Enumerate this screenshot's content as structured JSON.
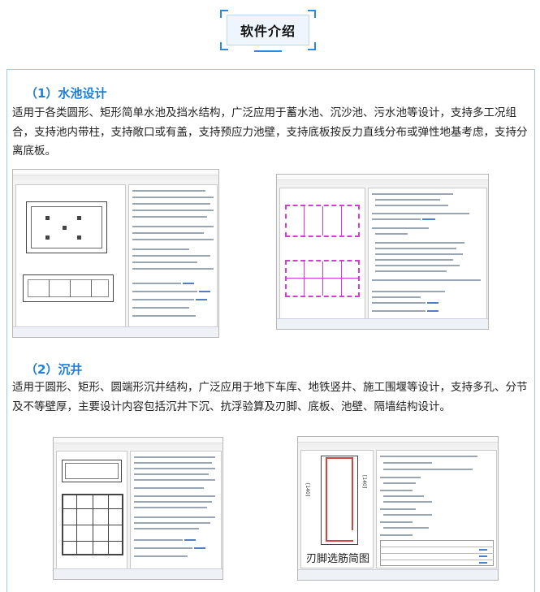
{
  "title": "软件介绍",
  "sections": [
    {
      "heading": "（1）水池设计",
      "text": "适用于各类圆形、矩形简单水池及挡水结构，广泛应用于蓄水池、沉沙池、污水池等设计，支持多工况组合，支持池内带柱，支持敞口或有盖，支持预应力池壁，支持底板按反力直线分布或弹性地基考虑，支持分离底板。"
    },
    {
      "heading": "（2）沉井",
      "text": "适用于圆形、矩形、圆端形沉井结构，广泛应用于地下车库、地铁竖井、施工围堰等设计，支持多孔、分节及不等壁厚，主要设计内容包括沉井下沉、抗浮验算及刃脚、底板、池壁、隔墙结构设计。"
    }
  ],
  "screenshots": {
    "pool_left_caption": "",
    "sink_right_caption": "刃脚选筋简图",
    "sink_right_labels": [
      "[140]",
      "[140]"
    ]
  },
  "colors": {
    "accent": "#1f7fd6",
    "frame": "#9cc8ee"
  }
}
